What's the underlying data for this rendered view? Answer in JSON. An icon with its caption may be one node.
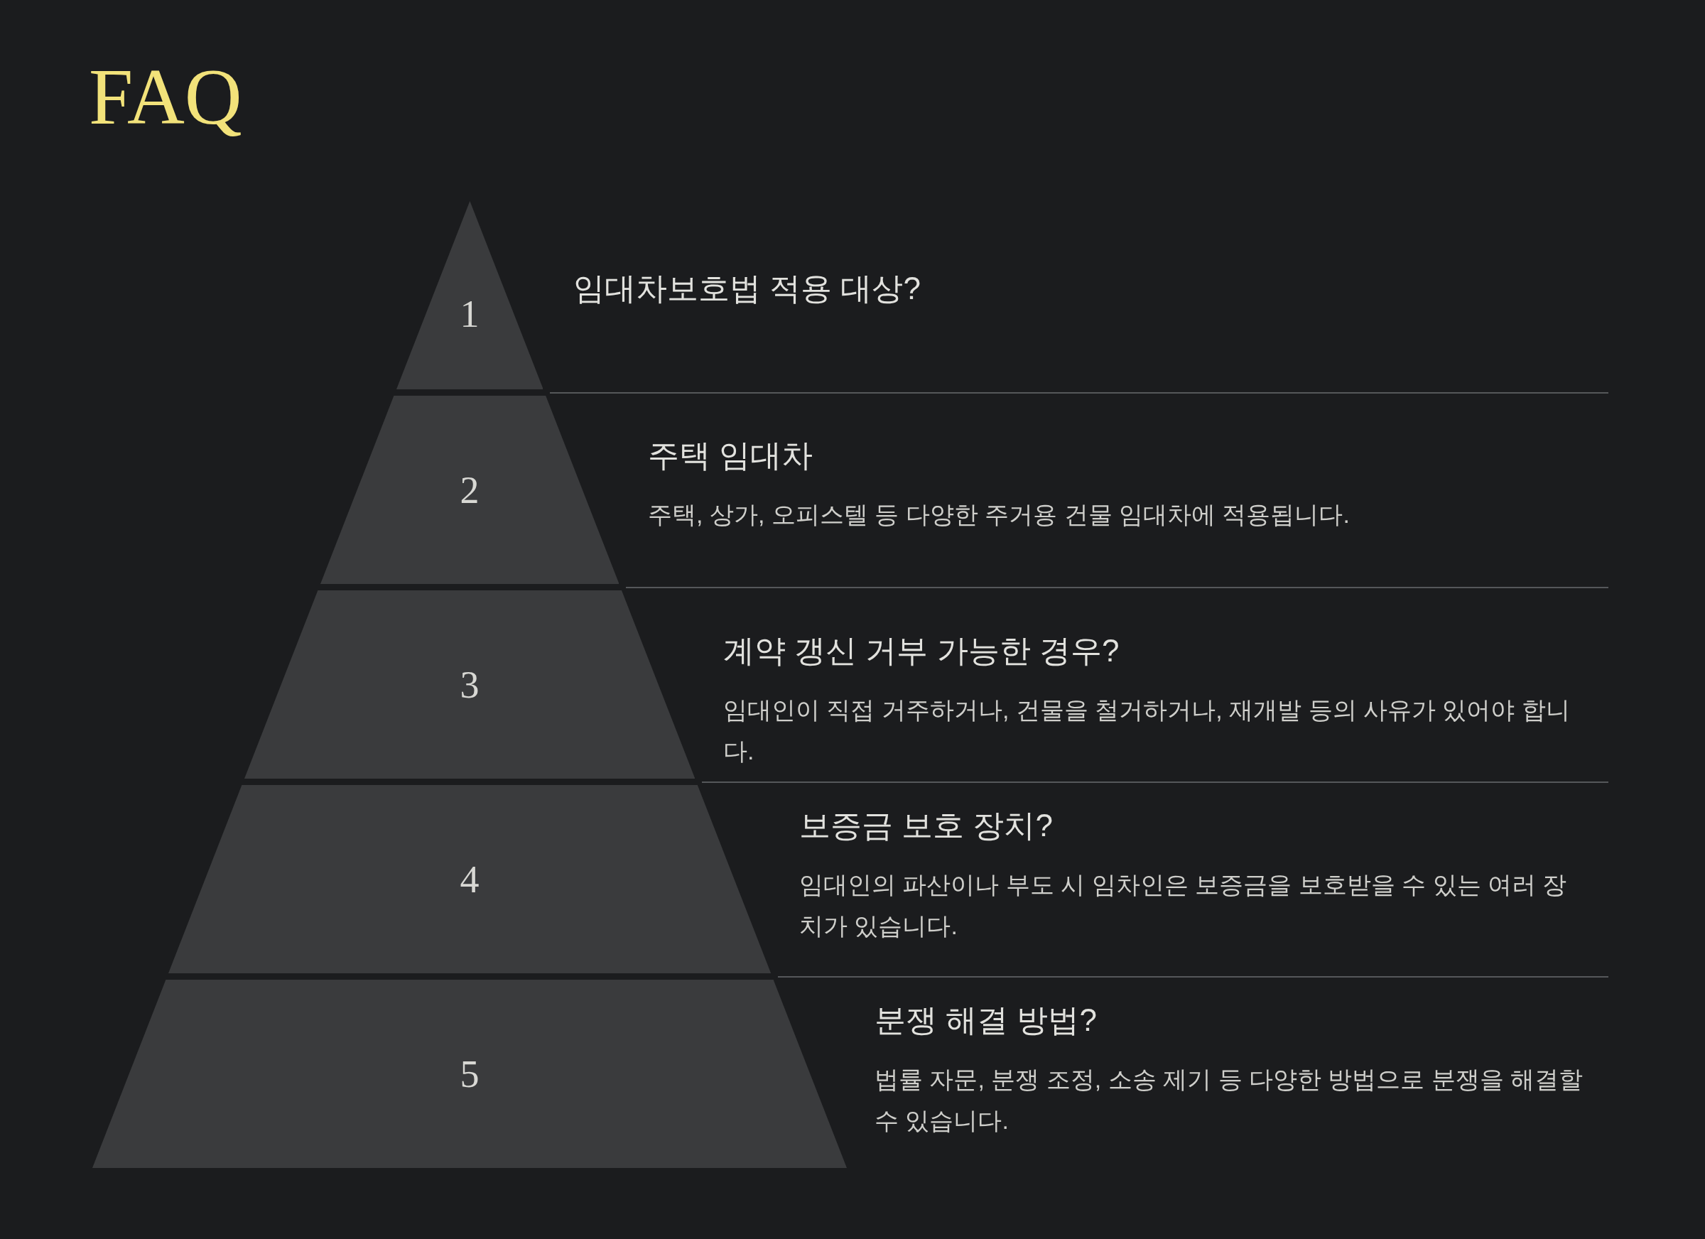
{
  "diagram": {
    "title": "FAQ",
    "nodes": [
      {
        "text": [
          "1"
        ],
        "beside": [
          "임대차보호법 적용 대상?"
        ]
      },
      {
        "text": [
          "2"
        ],
        "beside": [
          "주택 임대차",
          "주택, 상가, 오피스텔 등 다양한 주거용 건물 임대차에 적용됩니다."
        ]
      },
      {
        "text": [
          "3"
        ],
        "beside": [
          "계약 갱신 거부 가능한 경우?",
          "임대인이 직접 거주하거나, 건물을 철거하거나, 재개발 등의 사유가 있어야 합니다."
        ]
      },
      {
        "text": [
          "4"
        ],
        "beside": [
          "보증금 보호 장치?",
          "임대인의 파산이나 부도 시 임차인은 보증금을 보호받을 수 있는 여러 장치가 있습니다."
        ]
      },
      {
        "text": [
          "5"
        ],
        "beside": [
          "분쟁 해결 방법?",
          "법률 자문, 분쟁 조정, 소송 제기 등 다양한 방법으로 분쟁을 해결할 수 있습니다."
        ]
      }
    ]
  }
}
